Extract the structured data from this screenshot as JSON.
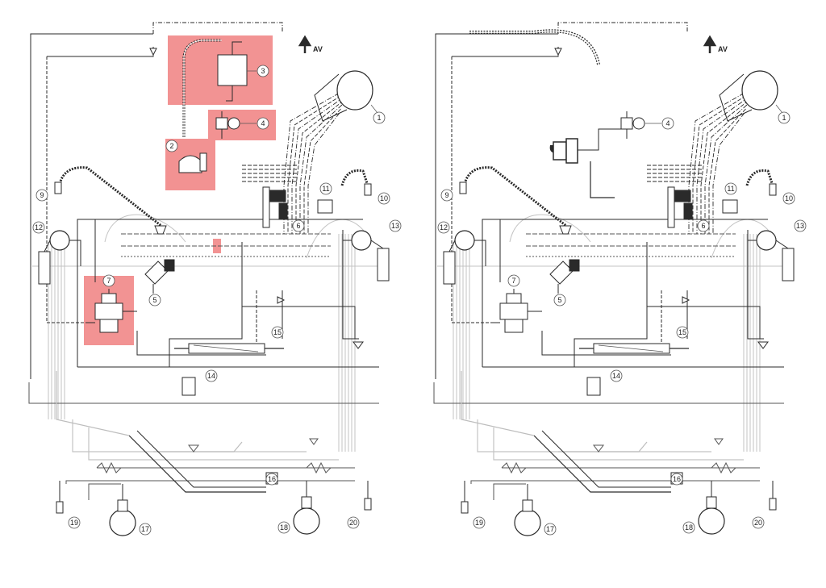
{
  "direction_label": "AV",
  "colors": {
    "line_dark": "#2a2a2a",
    "line_mid": "#555555",
    "line_faint": "#bdbdbd",
    "highlight": "#f08080",
    "background": "#ffffff"
  },
  "panels": [
    {
      "id": "left",
      "variant": "highlighted",
      "highlighted_components": [
        "2",
        "3",
        "4",
        "7"
      ]
    },
    {
      "id": "right",
      "variant": "modified",
      "highlighted_components": []
    }
  ],
  "components": [
    "1",
    "2",
    "3",
    "4",
    "5",
    "6",
    "7",
    "9",
    "10",
    "11",
    "12",
    "13",
    "14",
    "15",
    "16",
    "17",
    "18",
    "19",
    "20"
  ],
  "right_panel_components": [
    "1",
    "4",
    "5",
    "6",
    "7",
    "9",
    "10",
    "11",
    "12",
    "13",
    "14",
    "15",
    "16",
    "17",
    "18",
    "19",
    "20"
  ]
}
